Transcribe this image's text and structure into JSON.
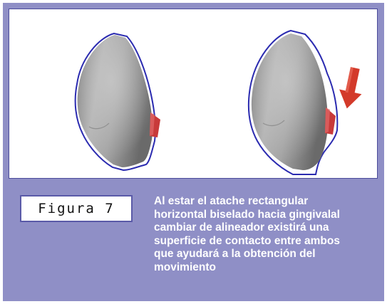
{
  "figure": {
    "label": "Figura 7",
    "caption_lines": [
      "Al estar el atache rectangular",
      "horizontal biselado hacia gingivalal",
      "cambiar de alineador existirá una",
      "superficie de contacto entre ambos",
      "que ayudará a la obtención del",
      "movimiento"
    ]
  },
  "colors": {
    "frame": "#8f8fc6",
    "tooth": "#9a9a9a",
    "aligner_outline": "#2b2bb0",
    "attachment": "#c83a3a",
    "arrow": "#d33a2a"
  },
  "icons": {
    "arrow": "down-arrow-icon"
  }
}
